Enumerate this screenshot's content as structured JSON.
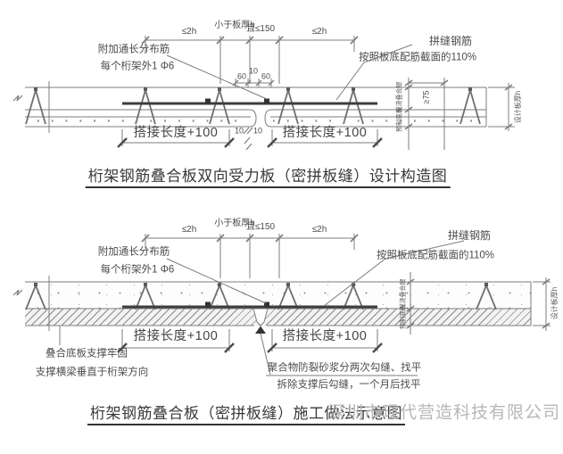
{
  "colors": {
    "background": "#ffffff",
    "line": "#7c7c7c",
    "text": "#4c4c4c",
    "bar": "#3d3d3d",
    "watermark": "#b7b7b7"
  },
  "watermark": "深圳市现代营造科技有限公司",
  "d1": {
    "title": "桁架钢筋叠合板双向受力板（密拼板缝）设计构造图",
    "dim_2h_left": "≤2h",
    "dim_lt_thickness": "小于板厚h",
    "dim_le_150": "且≤150",
    "dim_2h_right": "≤2h",
    "dim_60_left": "60",
    "dim_10_top": "10",
    "dim_60_right": "60",
    "dim_10_left": "10",
    "dim_10_right": "10",
    "dim_lap_left": "搭接长度+100",
    "dim_lap_right": "搭接长度+100",
    "dim_ge_75": "≥75",
    "dim_cast_layer": "现浇叠合层",
    "dim_precast_plank": "预制底板",
    "dim_design_thickness": "设计板厚h",
    "note_add_bar_line1": "附加通长分布筋",
    "note_add_bar_line2": "每个桁架外1 Φ6",
    "note_joint_bar": "拼缝钢筋",
    "note_joint_bar_spec": "按照板底配筋截面的110%"
  },
  "d2": {
    "title": "桁架钢筋叠合板（密拼板缝）施工做法示意图",
    "dim_2h_left": "≤2h",
    "dim_lt_thickness": "小于板厚h",
    "dim_le_150": "且≤150",
    "dim_2h_right": "≤2h",
    "dim_lap_left": "搭接长度+100",
    "dim_lap_right": "搭接长度+100",
    "dim_cast_layer": "现浇叠合层",
    "dim_precast_plank": "预制底板",
    "dim_design_thickness": "设计板厚h",
    "note_add_bar_line1": "附加通长分布筋",
    "note_add_bar_line2": "每个桁架外1 Φ6",
    "note_joint_bar": "拼缝钢筋",
    "note_joint_bar_spec": "按照板底配筋截面的110%",
    "note_support_line1": "叠合底板支撑牢固",
    "note_support_line2": "支撑横梁垂直于桁架方向",
    "note_mortar_line1": "聚合物防裂砂浆分两次勾缝、找平",
    "note_mortar_line2": "拆除支撑后勾缝，一个月后找平"
  }
}
